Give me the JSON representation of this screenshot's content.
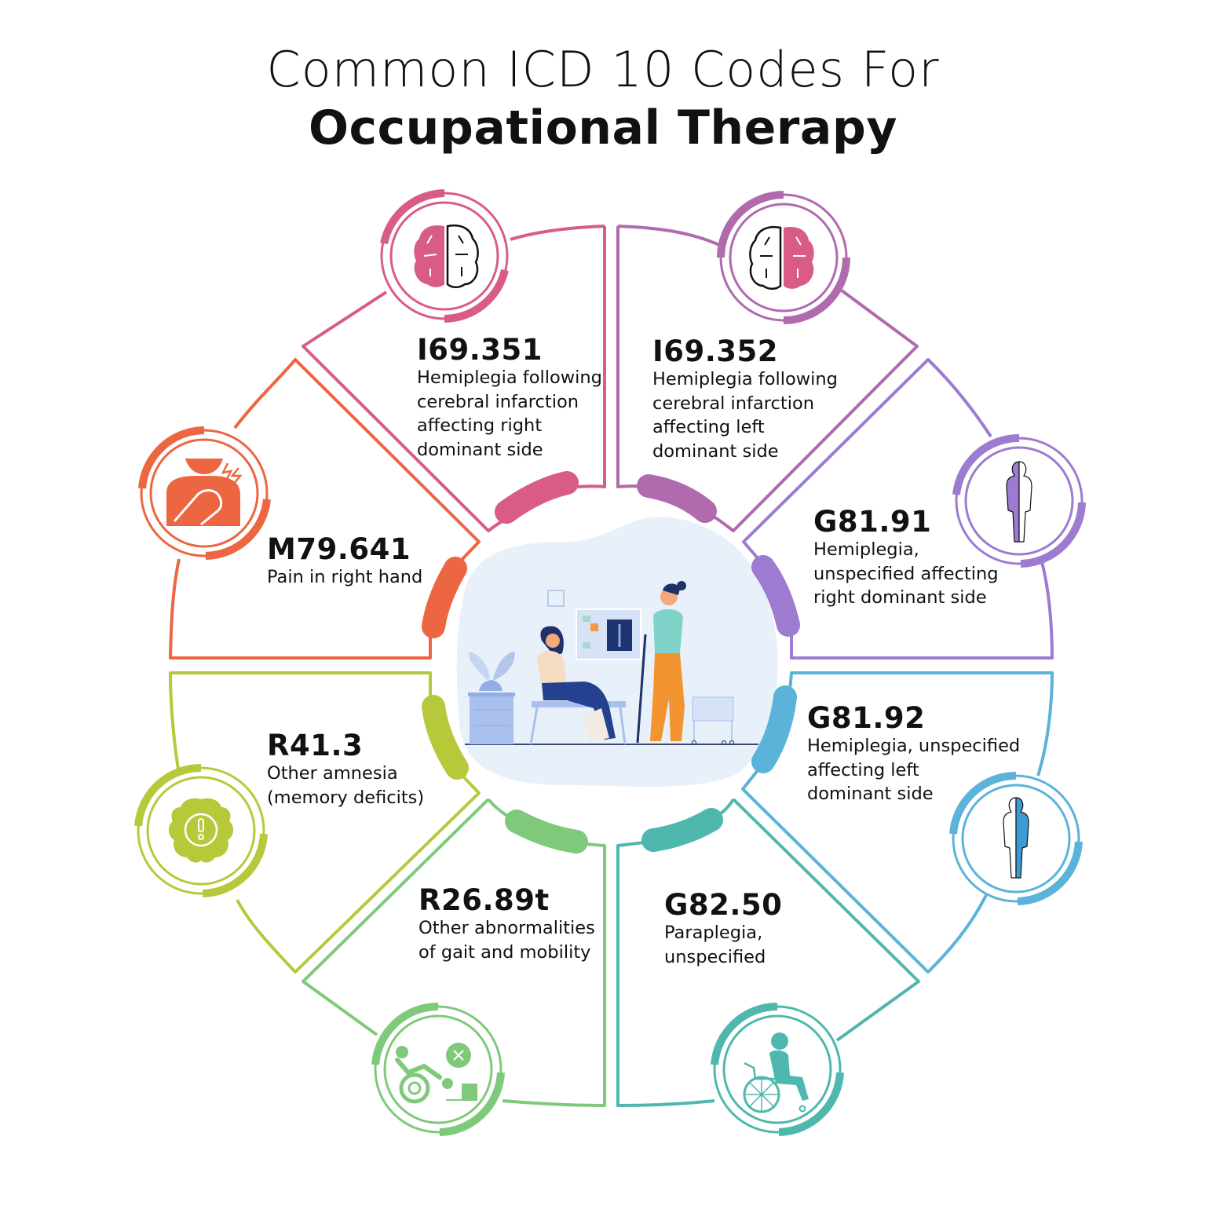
{
  "title": {
    "line1": "Common ICD 10 Codes For",
    "line2": "Occupational Therapy"
  },
  "colors": {
    "pink": "#D95C86",
    "magenta": "#B06AAE",
    "orange": "#EC6641",
    "violet": "#9C7BD1",
    "lime": "#B7C93B",
    "sky": "#5BB3D9",
    "green": "#7FC97B",
    "teal": "#4FB8AE",
    "center_bg": "#E8F0FA"
  },
  "codes": [
    {
      "code": "I69.351",
      "description": "Hemiplegia following\ncerebral infarction\naffecting right\ndominant side",
      "icon": "brain-left-highlight-icon",
      "color": "#D95C86"
    },
    {
      "code": "I69.352",
      "description": "Hemiplegia following\ncerebral infarction\naffecting left\ndominant side",
      "icon": "brain-right-highlight-icon",
      "color": "#B06AAE"
    },
    {
      "code": "M79.641",
      "description": "Pain in right hand",
      "icon": "hand-pain-icon",
      "color": "#EC6641"
    },
    {
      "code": "G81.91",
      "description": "Hemiplegia,\nunspecified affecting\nright dominant side",
      "icon": "body-right-side-icon",
      "color": "#9C7BD1"
    },
    {
      "code": "R41.3",
      "description": "Other amnesia\n(memory deficits)",
      "icon": "brain-alert-icon",
      "color": "#B7C93B"
    },
    {
      "code": "G81.92",
      "description": "Hemiplegia, unspecified\naffecting left\ndominant side",
      "icon": "body-left-side-icon",
      "color": "#5BB3D9"
    },
    {
      "code": "R26.89t",
      "description": "Other abnormalities\nof gait and mobility",
      "icon": "wheelchair-stairs-icon",
      "color": "#7FC97B"
    },
    {
      "code": "G82.50",
      "description": "Paraplegia,\nunspecified",
      "icon": "wheelchair-icon",
      "color": "#4FB8AE"
    }
  ],
  "center_illustration": {
    "description": "therapist-with-crutch-and-patient-illustration"
  }
}
